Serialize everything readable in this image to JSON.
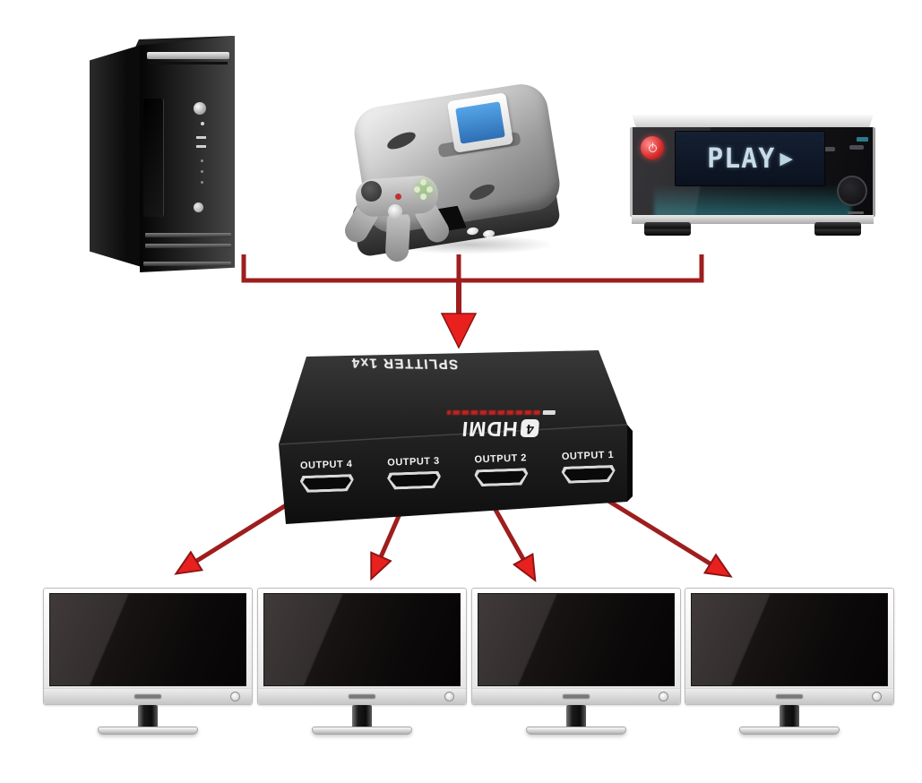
{
  "splitter": {
    "top_label": "SPLITTER 1x4",
    "logo": {
      "number": "4",
      "text": "HDMI"
    },
    "outputs": [
      "OUTPUT 4",
      "OUTPUT 3",
      "OUTPUT 2",
      "OUTPUT 1"
    ]
  },
  "media_player": {
    "display_text": "PLAY",
    "display_icon": "▶"
  },
  "icons": {
    "media_player_power": "power-icon",
    "connector_arrows": "red-arrow"
  },
  "colors": {
    "background": "#ffffff",
    "arrow_shaft": "#9e1e1e",
    "arrow_head": "#e8201e",
    "splitter_body": "#1f1f1f",
    "cartridge_label": "#3a86d4",
    "display_text": "#c9dce6",
    "power_button": "#d92b2b"
  }
}
